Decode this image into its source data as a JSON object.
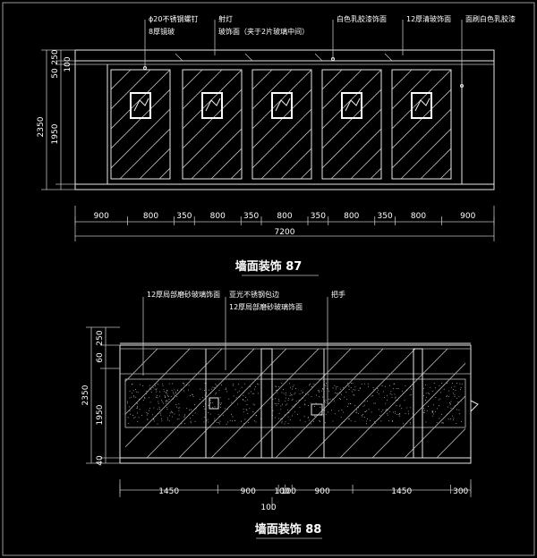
{
  "drawing_87": {
    "title": "墙面装饰 87",
    "callouts": [
      "ϕ20不锈钢螺钉",
      "8厚镜玻",
      "射灯",
      "玻饰面（夹于2片玻璃中间）",
      "白色乳胶漆饰面",
      "12厚清玻饰面",
      "面刷白色乳胶漆"
    ],
    "vertical_dims": [
      "2350",
      "1950",
      "250",
      "50",
      "100"
    ],
    "horizontal_dims": [
      "900",
      "800",
      "350",
      "800",
      "350",
      "800",
      "350",
      "800",
      "350",
      "800",
      "900"
    ],
    "total_dim": "7200"
  },
  "drawing_88": {
    "title": "墙面装饰 88",
    "callouts": [
      "12厚局部磨砂玻璃饰面",
      "亚光不锈钢包边",
      "12厚局部磨砂玻璃饰面",
      "把手"
    ],
    "vertical_dims": [
      "2350",
      "1950",
      "250",
      "60",
      "40"
    ],
    "horizontal_dims": [
      "1450",
      "900",
      "100",
      "100",
      "900",
      "1450",
      "300"
    ],
    "bottom_dim": "100"
  },
  "colors": {
    "background": "#000000",
    "lines": "#ffffff"
  }
}
